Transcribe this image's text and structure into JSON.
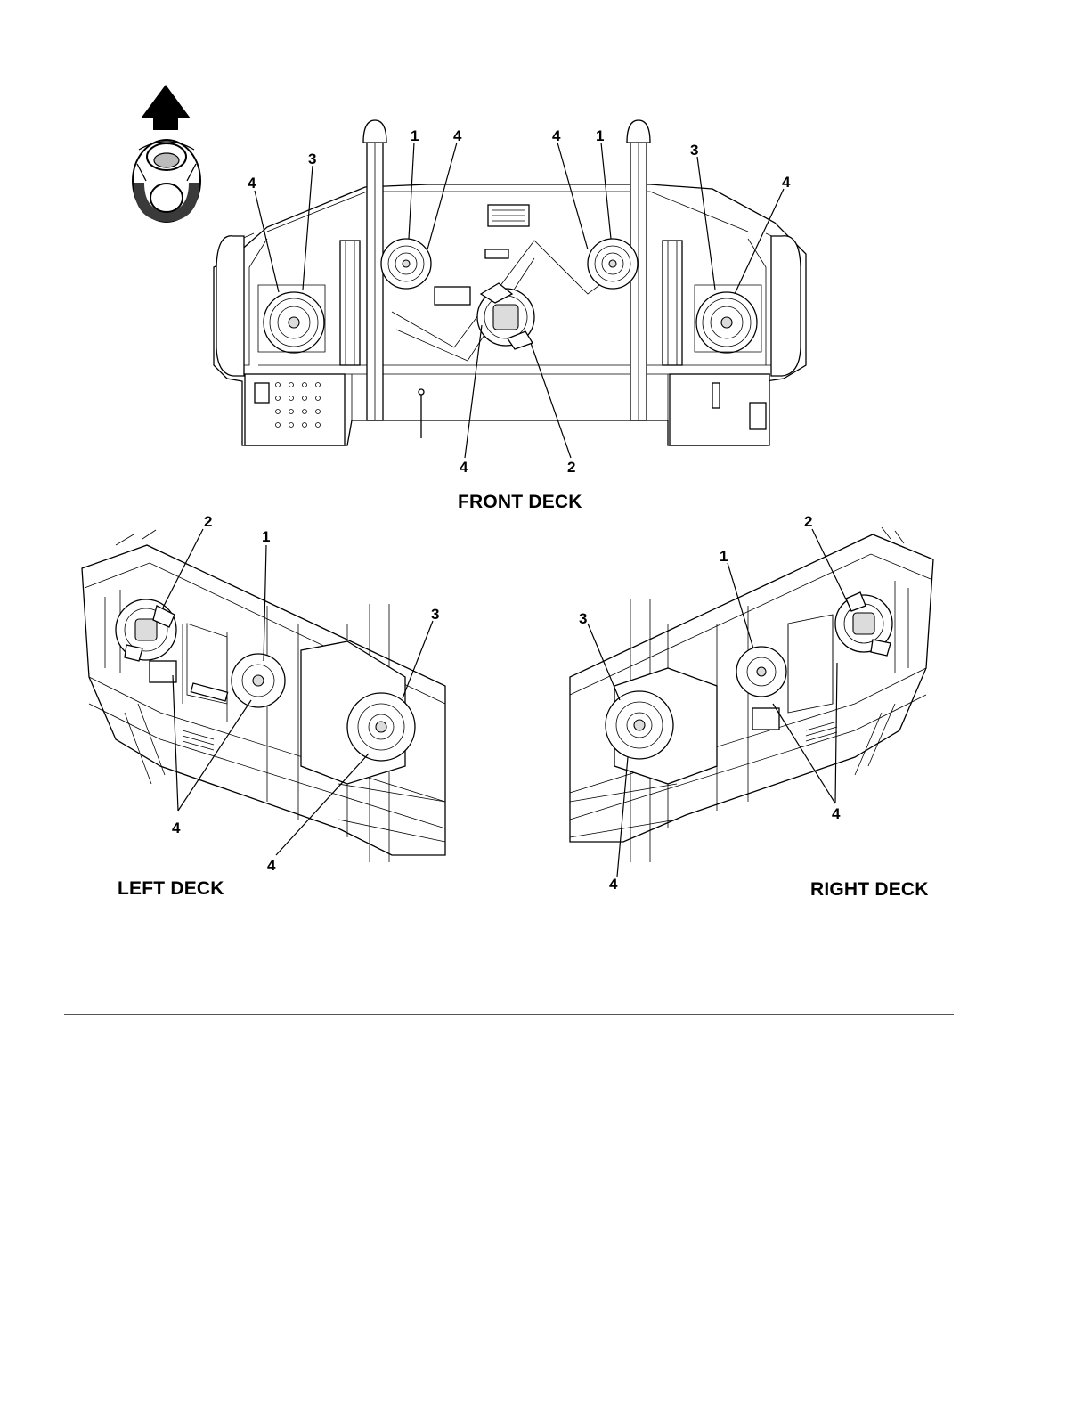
{
  "captions": {
    "front": "FRONT DECK",
    "left": "LEFT DECK",
    "right": "RIGHT DECK"
  },
  "callouts": {
    "front": [
      "4",
      "3",
      "1",
      "4",
      "4",
      "1",
      "3",
      "4",
      "4",
      "2"
    ],
    "left": [
      "2",
      "1",
      "3",
      "4",
      "4"
    ],
    "right": [
      "2",
      "1",
      "3",
      "4",
      "4"
    ]
  }
}
